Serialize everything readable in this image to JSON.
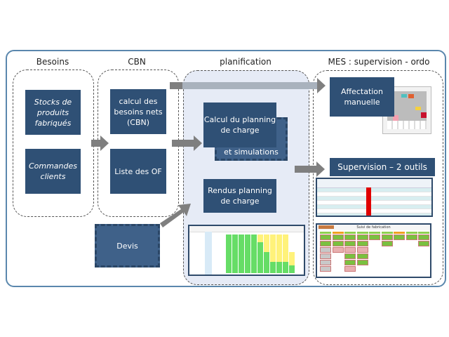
{
  "columns": {
    "besoins": {
      "title": "Besoins"
    },
    "cbn": {
      "title": "CBN"
    },
    "planification": {
      "title": "planification"
    },
    "mes": {
      "title": "MES : supervision  - ordo"
    }
  },
  "boxes": {
    "stocks": "Stocks de produits fabriqués",
    "commandes": "Commandes clients",
    "calcul_besoins": "calcul des besoins nets (CBN)",
    "liste_of": "Liste des OF",
    "devis": "Devis",
    "calcul_planning": "Calcul du planning de charge",
    "simulations": "et simulations",
    "rendus_planning": "Rendus planning de charge",
    "affectation": "Affectation manuelle",
    "supervision": "Supervision – 2 outils"
  },
  "screenshots": {
    "planning_chart": {
      "label": "planning de charge (capture)",
      "green_bar_count": 10,
      "yellow_bar_count": 6
    },
    "supervision_table": {
      "label": "tableau de supervision (capture)"
    },
    "suivi_fabrication": {
      "title": "Suivi de fabrication"
    },
    "planning_board": {
      "label": "tableau d'affectation mural (photo)"
    }
  },
  "colors": {
    "box_fill": "#2f5075",
    "frame_border": "#5a87ad",
    "arrow": "#7f7f7f",
    "plan_zone_fill": "#e6ebf6",
    "chart_green": "#66dd66",
    "chart_yellow": "#fff27a",
    "alert_red": "#e00000"
  }
}
